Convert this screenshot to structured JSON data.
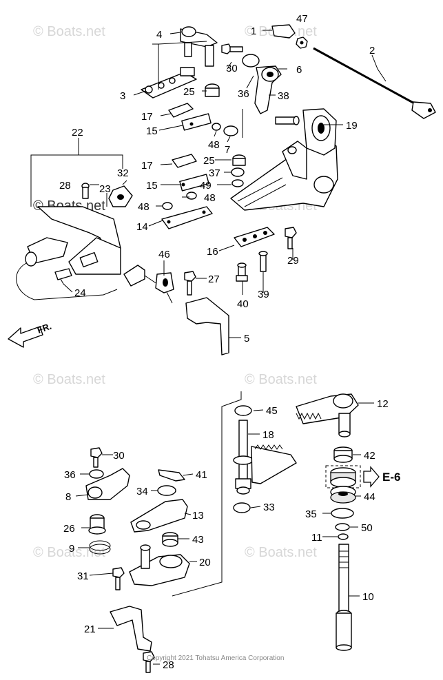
{
  "watermarks": [
    "© Boats.net",
    "© Boats.net",
    "© Boats.net",
    "© Boats.net",
    "© Boats.net",
    "© Boats.net",
    "© Boats.net",
    "© Boats.net"
  ],
  "direction_label": "FR.",
  "reference_label": "E-6",
  "copyright": "Copyright 2021 Tohatsu America Corporation",
  "callouts": [
    "1",
    "2",
    "3",
    "4",
    "5",
    "6",
    "7",
    "8",
    "9",
    "10",
    "11",
    "12",
    "13",
    "14",
    "15",
    "15",
    "16",
    "17",
    "17",
    "18",
    "19",
    "20",
    "21",
    "22",
    "23",
    "24",
    "25",
    "25",
    "26",
    "27",
    "28",
    "28",
    "29",
    "30",
    "30",
    "31",
    "32",
    "33",
    "34",
    "35",
    "36",
    "36",
    "37",
    "38",
    "39",
    "40",
    "41",
    "42",
    "43",
    "44",
    "45",
    "46",
    "47",
    "48",
    "48",
    "48",
    "49",
    "50"
  ]
}
